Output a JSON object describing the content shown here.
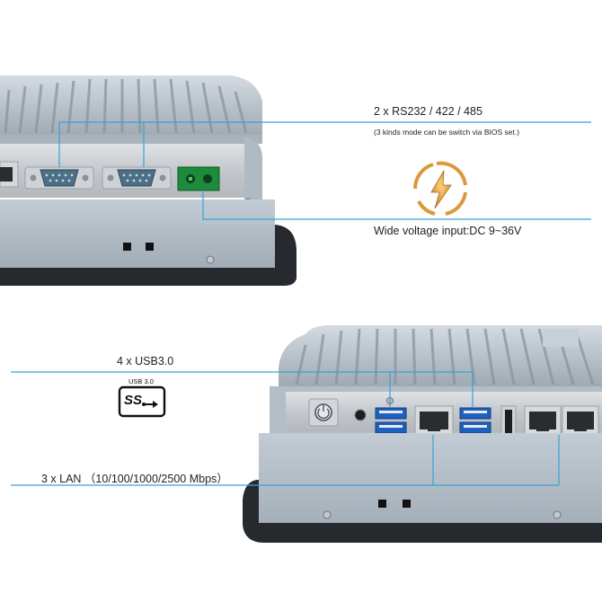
{
  "callouts": {
    "serial": {
      "title": "2 x RS232 / 422 / 485",
      "note": "(3 kinds mode can be switch via BIOS set.)"
    },
    "power": {
      "title": "Wide voltage input:DC 9~36V"
    },
    "usb": {
      "title": "4 x USB3.0",
      "logo_caption": "USB 3.0",
      "logo_text": "SS"
    },
    "lan": {
      "title": "3 x LAN （10/100/1000/2500 Mbps）"
    }
  },
  "colors": {
    "callout_line": "#3aa0d8",
    "chassis": "#b9c3cc",
    "chassis_dark": "#8f9aa5",
    "panel_steel": "#c9cdd1",
    "bezel": "#262a2e",
    "usb_blue": "#1f5fbf",
    "terminal_green": "#1d8a3c",
    "power_icon": "#d99a3c"
  }
}
